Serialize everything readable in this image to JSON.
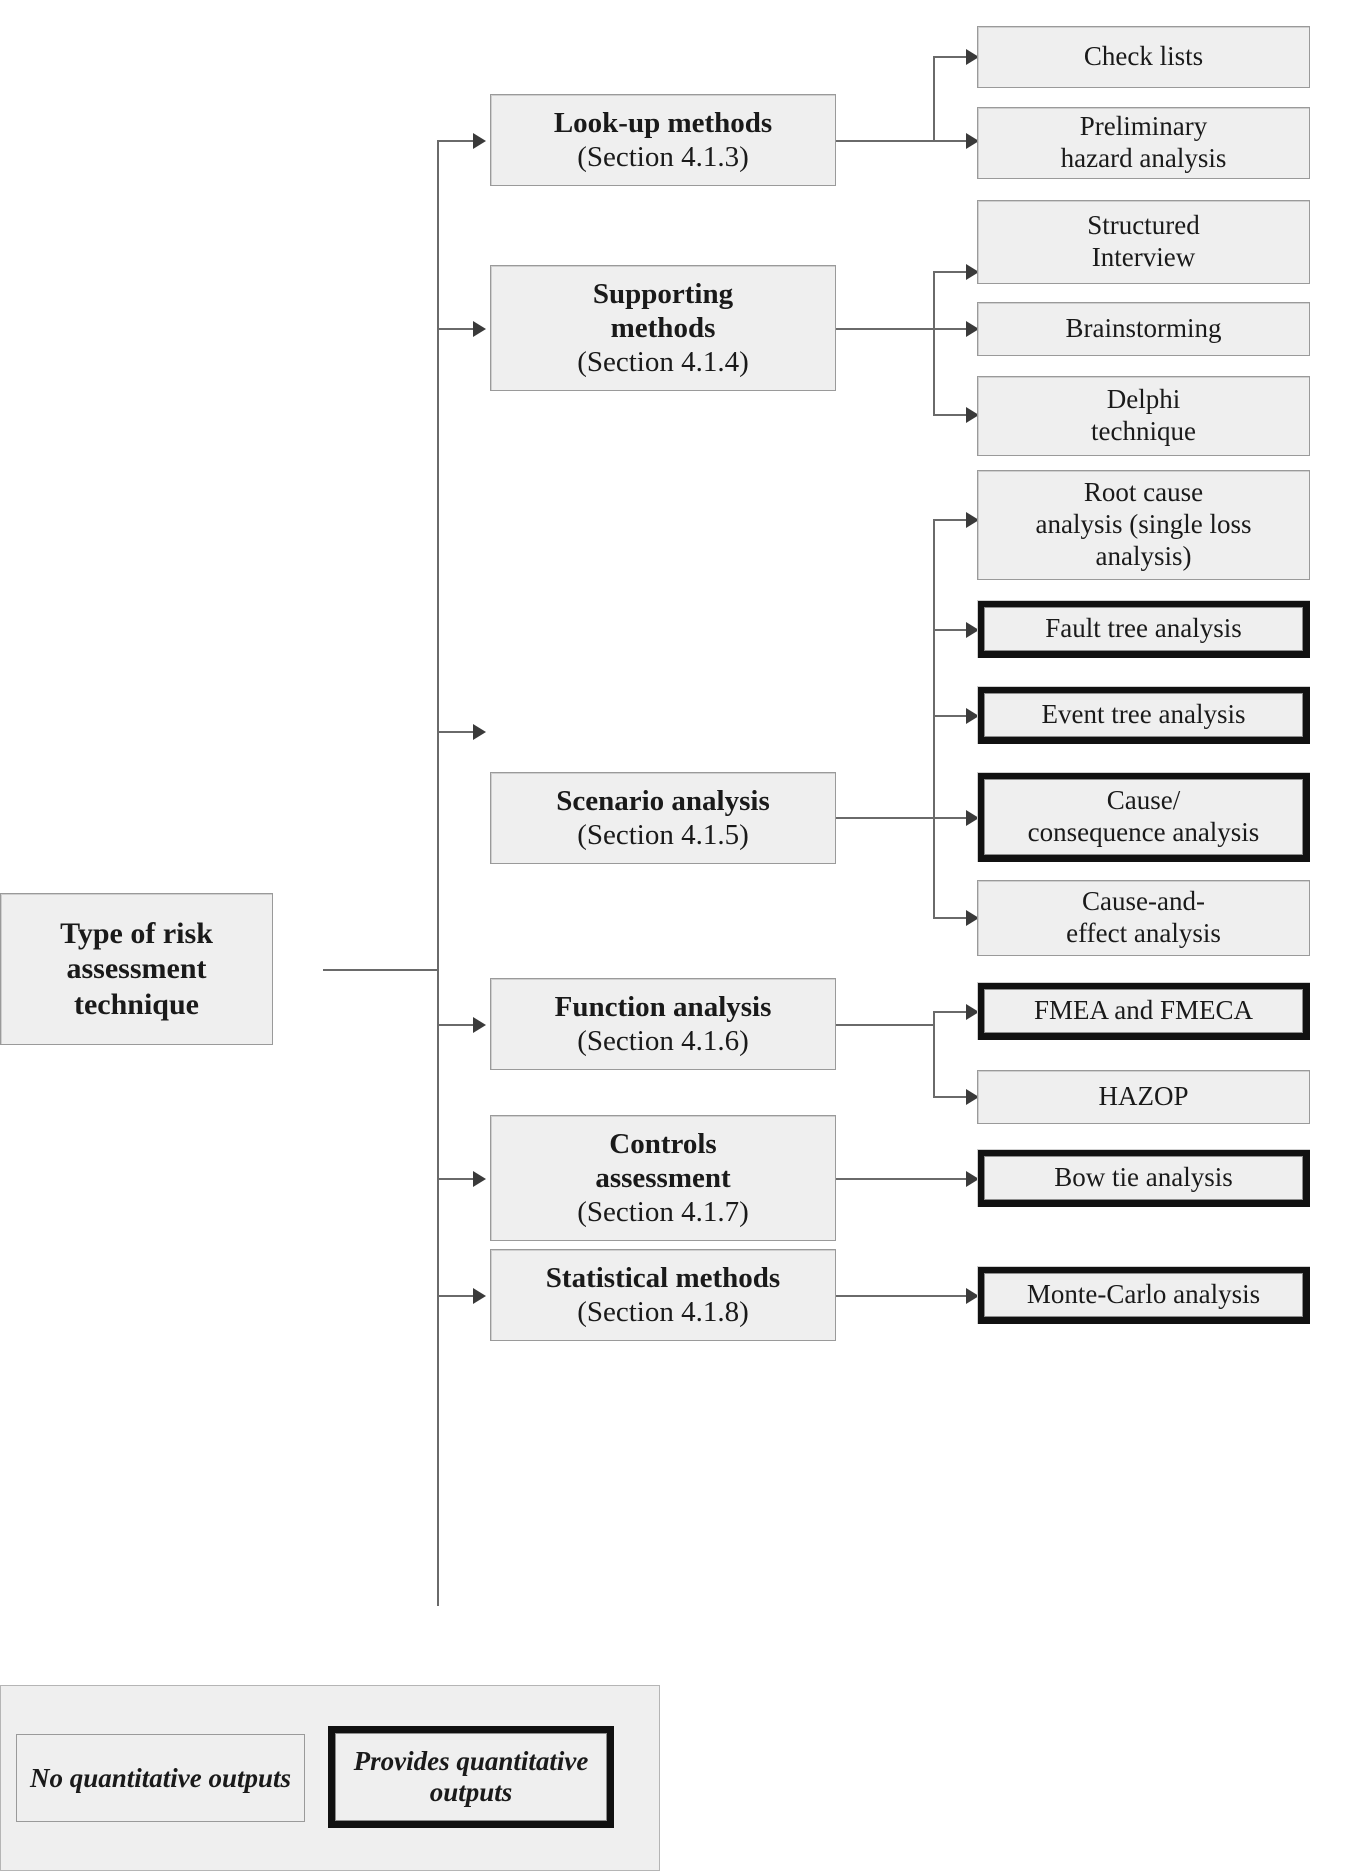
{
  "diagram": {
    "title_hidden": "",
    "root": {
      "label": "Type of risk assessment technique",
      "line1": "Type of risk",
      "line2": "assessment",
      "line3": "technique"
    },
    "categories": [
      {
        "name": "look-up-methods",
        "title": "Look-up methods",
        "section": "(Section 4.1.3)",
        "children": [
          {
            "name": "check-lists",
            "label": "Check lists",
            "quantitative": false
          },
          {
            "name": "preliminary-hazard-analysis",
            "line1": "Preliminary",
            "line2": "hazard analysis",
            "label": "Preliminary hazard analysis",
            "quantitative": false
          }
        ]
      },
      {
        "name": "supporting-methods",
        "title": "Supporting methods",
        "title_line1": "Supporting",
        "title_line2": "methods",
        "section": "(Section 4.1.4)",
        "children": [
          {
            "name": "structured-interview",
            "line1": "Structured",
            "line2": "Interview",
            "label": "Structured Interview",
            "quantitative": false
          },
          {
            "name": "brainstorming",
            "label": "Brainstorming",
            "quantitative": false
          },
          {
            "name": "delphi-technique",
            "line1": "Delphi",
            "line2": "technique",
            "label": "Delphi technique",
            "quantitative": false
          }
        ]
      },
      {
        "name": "scenario-analysis",
        "title": "Scenario analysis",
        "section": "(Section 4.1.5)",
        "children": [
          {
            "name": "root-cause-analysis",
            "line1": "Root cause",
            "line2": "analysis (single loss",
            "line3": "analysis)",
            "label": "Root cause analysis (single loss analysis)",
            "quantitative": false
          },
          {
            "name": "fault-tree-analysis",
            "label": "Fault tree analysis",
            "quantitative": true
          },
          {
            "name": "event-tree-analysis",
            "label": "Event tree analysis",
            "quantitative": true
          },
          {
            "name": "cause-consequence-analysis",
            "line1": "Cause/",
            "line2": "consequence analysis",
            "label": "Cause/consequence analysis",
            "quantitative": true
          },
          {
            "name": "cause-and-effect-analysis",
            "line1": "Cause-and-",
            "line2": "effect analysis",
            "label": "Cause-and-effect analysis",
            "quantitative": false
          }
        ]
      },
      {
        "name": "function-analysis",
        "title": "Function analysis",
        "section": "(Section 4.1.6)",
        "children": [
          {
            "name": "fmea-and-fmeca",
            "label": "FMEA and FMECA",
            "quantitative": true
          },
          {
            "name": "hazop",
            "label": "HAZOP",
            "quantitative": false
          }
        ]
      },
      {
        "name": "controls-assessment",
        "title": "Controls assessment",
        "title_line1": "Controls",
        "title_line2": "assessment",
        "section": "(Section 4.1.7)",
        "children": [
          {
            "name": "bow-tie-analysis",
            "label": "Bow  tie analysis",
            "quantitative": true
          }
        ]
      },
      {
        "name": "statistical-methods",
        "title": "Statistical methods",
        "section": "(Section 4.1.8)",
        "children": [
          {
            "name": "monte-carlo-analysis",
            "label": "Monte-Carlo analysis",
            "quantitative": true
          }
        ]
      }
    ]
  },
  "legend": {
    "no_quantitative": "No quantitative outputs",
    "provides_quantitative_line1": "Provides quantitative",
    "provides_quantitative_line2": "outputs",
    "provides_quantitative": "Provides quantitative outputs"
  },
  "colors": {
    "box_fill": "#efefef",
    "box_border": "#9a9a9a",
    "thick_border": "#111111",
    "connector": "#6a6a6a",
    "text": "#1a1a1a",
    "background": "#ffffff"
  }
}
